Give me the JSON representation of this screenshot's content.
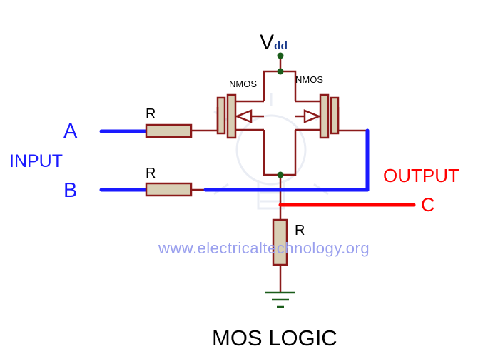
{
  "supply_label": {
    "main": "V",
    "sub": "dd"
  },
  "transistors": [
    {
      "label": "NMOS"
    },
    {
      "label": "NMOS"
    }
  ],
  "resistor_labels": {
    "input_a": "R",
    "input_b": "R",
    "pulldown": "R"
  },
  "inputs": {
    "group_label": "INPUT",
    "a": "A",
    "b": "B"
  },
  "output": {
    "label": "OUTPUT",
    "terminal": "C"
  },
  "watermark": "www.electricaltechnology.org",
  "title": "MOS LOGIC",
  "colors": {
    "input_wire": "#1a1aff",
    "output_wire": "#ff0000",
    "circuit_wire": "#8b1a1a",
    "node": "#1a5c1a",
    "resistor_fill": "#d8ceb4"
  }
}
